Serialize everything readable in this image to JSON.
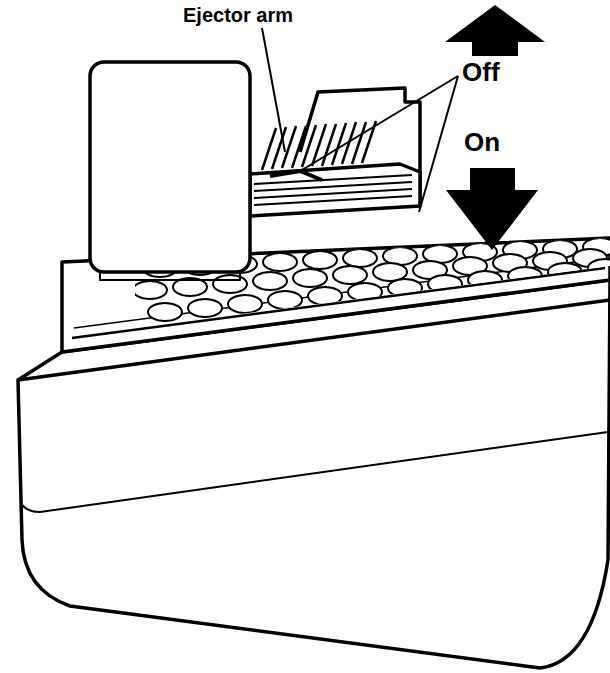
{
  "diagram": {
    "labels": [
      "Ejector arm",
      "Off",
      "On"
    ]
  }
}
